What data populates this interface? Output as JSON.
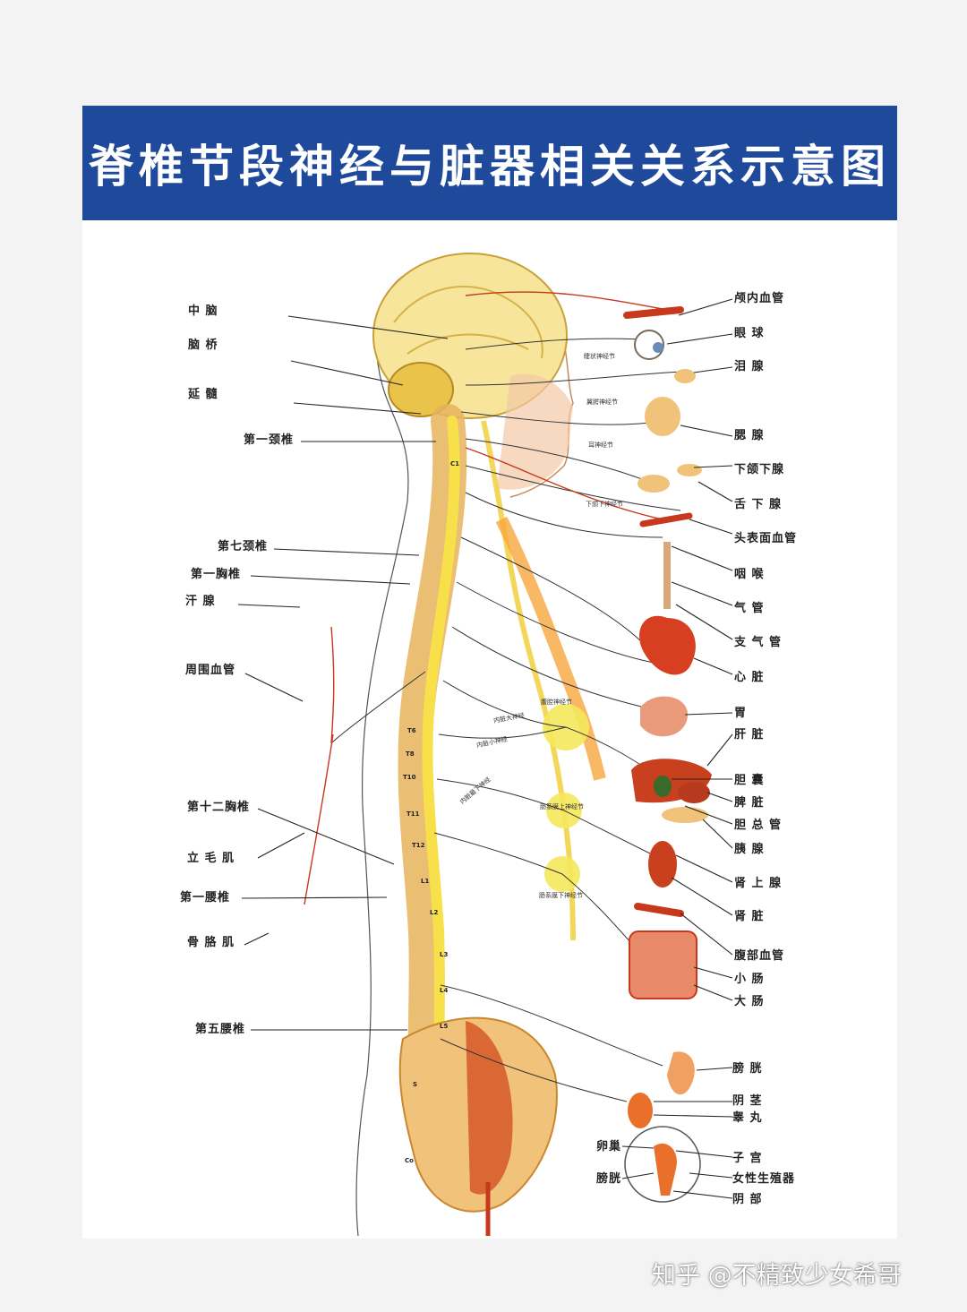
{
  "title": "脊椎节段神经与脏器相关关系示意图",
  "colors": {
    "title_bg": "#1f4a9c",
    "nerve": "#f2d75a",
    "vessel": "#c8381c",
    "organ": "#e8702a"
  },
  "left_labels": [
    "中 脑",
    "脑 桥",
    "延 髓",
    "第一颈椎",
    "第七颈椎",
    "第一胸椎",
    "汗 腺",
    "周围血管",
    "第十二胸椎",
    "立 毛 肌",
    "第一腰椎",
    "骨 胳 肌",
    "第五腰椎"
  ],
  "right_labels": [
    "颅内血管",
    "眼 球",
    "泪 腺",
    "腮 腺",
    "下颌下腺",
    "舌 下 腺",
    "头表面血管",
    "咽 喉",
    "气 管",
    "支 气 管",
    "心 脏",
    "胃",
    "肝 脏",
    "胆 囊",
    "脾 脏",
    "胆 总 管",
    "胰 腺",
    "肾 上 腺",
    "肾 脏",
    "腹部血管",
    "小 肠",
    "大 肠",
    "膀 胱",
    "阴 茎",
    "睾 丸",
    "子 宫",
    "女性生殖器",
    "阴 部"
  ],
  "inset_labels": [
    "卵巢",
    "膀胱"
  ],
  "ganglion_labels": [
    "睫状神经节",
    "翼腭神经节",
    "耳神经节",
    "下颌下神经节",
    "内脏大神经",
    "内脏小神经",
    "内脏最下神经",
    "腹腔神经节",
    "肠系膜上神经节",
    "肠系膜下神经节"
  ],
  "vertebra_labels": [
    "C1",
    "T6",
    "T8",
    "T10",
    "T11",
    "T12",
    "L1",
    "L2",
    "L3",
    "L4",
    "L5",
    "S",
    "Co"
  ],
  "watermark": "知乎 @不精致少女希哥"
}
